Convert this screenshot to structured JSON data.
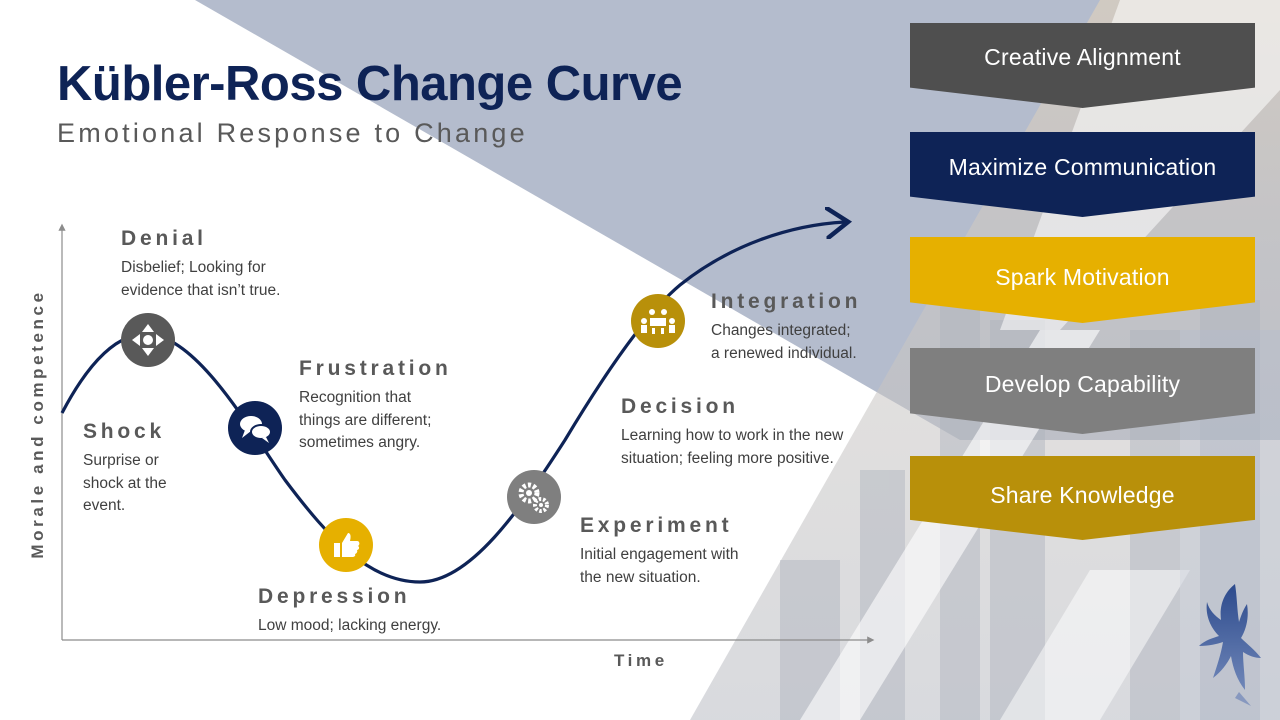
{
  "title": "Kübler-Ross Change Curve",
  "subtitle": "Emotional Response to Change",
  "axes": {
    "y_label": "Morale and competence",
    "x_label": "Time"
  },
  "stages": [
    {
      "name": "Denial",
      "desc": "Disbelief; Looking for\nevidence that isn’t true.",
      "icon": "directions-icon",
      "color": "#595959"
    },
    {
      "name": "Shock",
      "desc": "Surprise or\nshock at the\nevent.",
      "icon": "",
      "color": ""
    },
    {
      "name": "Frustration",
      "desc": "Recognition that\nthings are different;\nsometimes angry.",
      "icon": "speech-bubbles-icon",
      "color": "#0e2356"
    },
    {
      "name": "Depression",
      "desc": "Low mood; lacking energy.",
      "icon": "thumbs-up-icon",
      "color": "#e6b000"
    },
    {
      "name": "Experiment",
      "desc": "Initial engagement with\nthe new situation.",
      "icon": "gears-icon",
      "color": "#7f7f7f"
    },
    {
      "name": "Decision",
      "desc": "Learning how to work in the new\nsituation; feeling more positive.",
      "icon": "",
      "color": ""
    },
    {
      "name": "Integration",
      "desc": "Changes integrated;\na renewed individual.",
      "icon": "meeting-icon",
      "color": "#b8900a"
    }
  ],
  "steps": [
    {
      "label": "Creative Alignment",
      "color": "#4f4f4f"
    },
    {
      "label": "Maximize Communication",
      "color": "#0e2356"
    },
    {
      "label": "Spark Motivation",
      "color": "#e6b000"
    },
    {
      "label": "Develop Capability",
      "color": "#7f7f7f"
    },
    {
      "label": "Share Knowledge",
      "color": "#b8900a"
    }
  ],
  "colors": {
    "navy": "#0e2356",
    "slate": "#b4bccd",
    "text_gray": "#595959"
  },
  "logo": "eagle-icon"
}
